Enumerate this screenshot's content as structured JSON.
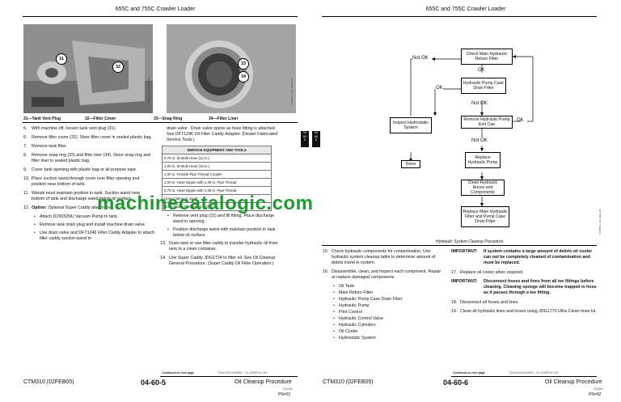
{
  "left": {
    "header": "655C and 755C Crawler Loader",
    "captions": [
      "31—Tank Vent Plug",
      "32—Filter Cover",
      "33—Snap Ring",
      "34—Filter Liner"
    ],
    "callouts": {
      "c31": "31",
      "c32": "32",
      "c33": "33",
      "c34": "34"
    },
    "photo_ids": [
      "T138514 –UN–14MAY04",
      "T138924 –UN–14MAY04"
    ],
    "steps": [
      {
        "num": "5.",
        "text": "With machine off, loosen tank vent plug (31)."
      },
      {
        "num": "6.",
        "text": "Remove filter cover (32). Store filter cover in sealed plastic bag."
      },
      {
        "num": "7.",
        "text": "Remove tank filter."
      },
      {
        "num": "8.",
        "text": "Remove snap ring (33) and filter liner (34). Store snap ring and filter liner in sealed plastic bag."
      },
      {
        "num": "9.",
        "text": "Cover tank opening with plastic bag or all purpose tape."
      },
      {
        "num": "10.",
        "text": "Place suction wand through cover over filter opening and position near bottom of tank."
      },
      {
        "num": "11.",
        "text": "Wands must maintain position in tank. Suction wand near bottom of tank and discharge wand below oil surface."
      },
      {
        "num": "12.",
        "label": "Option:",
        "text": "Optional Super Caddy attachment."
      }
    ],
    "step12_bullets": [
      "Attach D15032NU Vacuum Pump to tank.",
      "Remove tank drain plug and install machine drain valve.",
      "Use drain valve and DFT1246 Filter Caddy Adapter to attach filter caddy suction wand to"
    ],
    "col2_intro": "drain valve . Drain valve opens as hose fitting is attached. See DFT1246 Oil Filter Caddy Adapter. (Dealer Fabricated Service Tools.)",
    "table": {
      "title": "SERVICE EQUIPMENT AND TOOLS",
      "rows": [
        "0.75 in. ID Bulk Hose (12 in.)",
        "1.00 in. ID Bulk Hose (18 in.)",
        "1.00 in. Female Pipe Thread Coupler",
        "1.00 in. Hose Nipple with 1.00 in. Pipe Thread",
        "0.75 in. Hose Nipple with 1.00 in. Pipe Thread",
        "Hose Clamp (4 used)",
        "Drain Fitting (If required AI2(Ta"
      ]
    },
    "col2_bullets": [
      "Remove vent plug (31) and fill fitting. Place discharge wand in opening.",
      "Position discharge wand with maintain position in tank below oil surface."
    ],
    "col2_steps": [
      {
        "num": "13.",
        "text": "Drain tank or use filter caddy to transfer hydraulic oil from tank to a clean container."
      },
      {
        "num": "14.",
        "text": "Use Super Caddy JDG1724 to filter oil. See Oil Cleanup General Procedure. (Super Caddy Oil Filter Operation.)"
      }
    ],
    "continued": "Continued on next page",
    "doc_id": "DU01000,000068C  –19–20SEP04–2/5",
    "footer_left": "CTM310 (02FEB05)",
    "footer_center": "04-60-5",
    "footer_right": "Oil Cleanup Procedure",
    "footer_code": "020405",
    "footer_pn": "PN=91",
    "tabs": [
      "04\n60\n5",
      "04\n60\n6"
    ]
  },
  "right": {
    "header": "655C and 755C Crawler Loader",
    "flow": {
      "check_main": "Check Main Hydraulic Return Filter",
      "not_ok_1": "Not OK",
      "ok_1": "OK",
      "hyd_pump_case": "Hydraulic Pump Case Drain Filter",
      "ok_2": "OK",
      "not_ok_2": "Not OK",
      "inspect": "Inspect Hydrostatic System",
      "remove_endcap": "Remove Hydraulic Pump End Cap",
      "ok_3": "OK",
      "not_ok_3": "Not OK",
      "done": "Done",
      "replace_pump": "Replace Hydraulic Pump",
      "clean_hoses": "Clean Hydraulic Hoses and Components",
      "replace_filter": "Replace Main Hydraulic Filter and Pump Case Drain Filter",
      "fig_id": "T186564 –19–10JUL04",
      "caption": "Hydraulic System Cleanup Procedure"
    },
    "steps": [
      {
        "num": "15.",
        "text": "Check hydraulic components for contamination. Use hydraulic system cleanup table to determine amount of debris travel in system."
      },
      {
        "num": "16.",
        "text": "Disassemble, clean, and inspect each component. Repair or replace damaged components."
      }
    ],
    "components": [
      "Oil Tank",
      "Main Return Filter",
      "Hydraulic Pump Case Drain Filter",
      "Hydraulic Pump",
      "Pilot Control",
      "Hydraulic Control Valve",
      "Hydraulic Cylinders",
      "Oil Cooler",
      "Hydrostatic System"
    ],
    "important1_label": "IMPORTANT:",
    "important1_text": "If system contains a large amount of debris oil cooler can not be completely cleaned of contamination and must be replaced.",
    "step17": {
      "num": "17.",
      "text": "Replace oil cooler when required."
    },
    "important2_label": "IMPORTANT:",
    "important2_text": "Disconnect hoses and lines from all tee fittings before cleaning. Cleaning sponge will become trapped in hose as it passes through a tee fitting.",
    "step18": {
      "num": "18.",
      "text": "Disconnect all hoses and lines."
    },
    "step19": {
      "num": "19.",
      "text": "Clean all hydraulic lines and hoses using JDG1770 Ultra Clean hose kit."
    },
    "continued": "Continued on next page",
    "doc_id": "DU01000,000068C  –19–20SEP04–3/5",
    "footer_left": "CTM310 (02FEB05)",
    "footer_center": "04-60-6",
    "footer_right": "Oil Cleanup Procedure",
    "footer_code": "020405",
    "footer_pn": "PN=92"
  },
  "watermark": "machinecatalogic.com"
}
